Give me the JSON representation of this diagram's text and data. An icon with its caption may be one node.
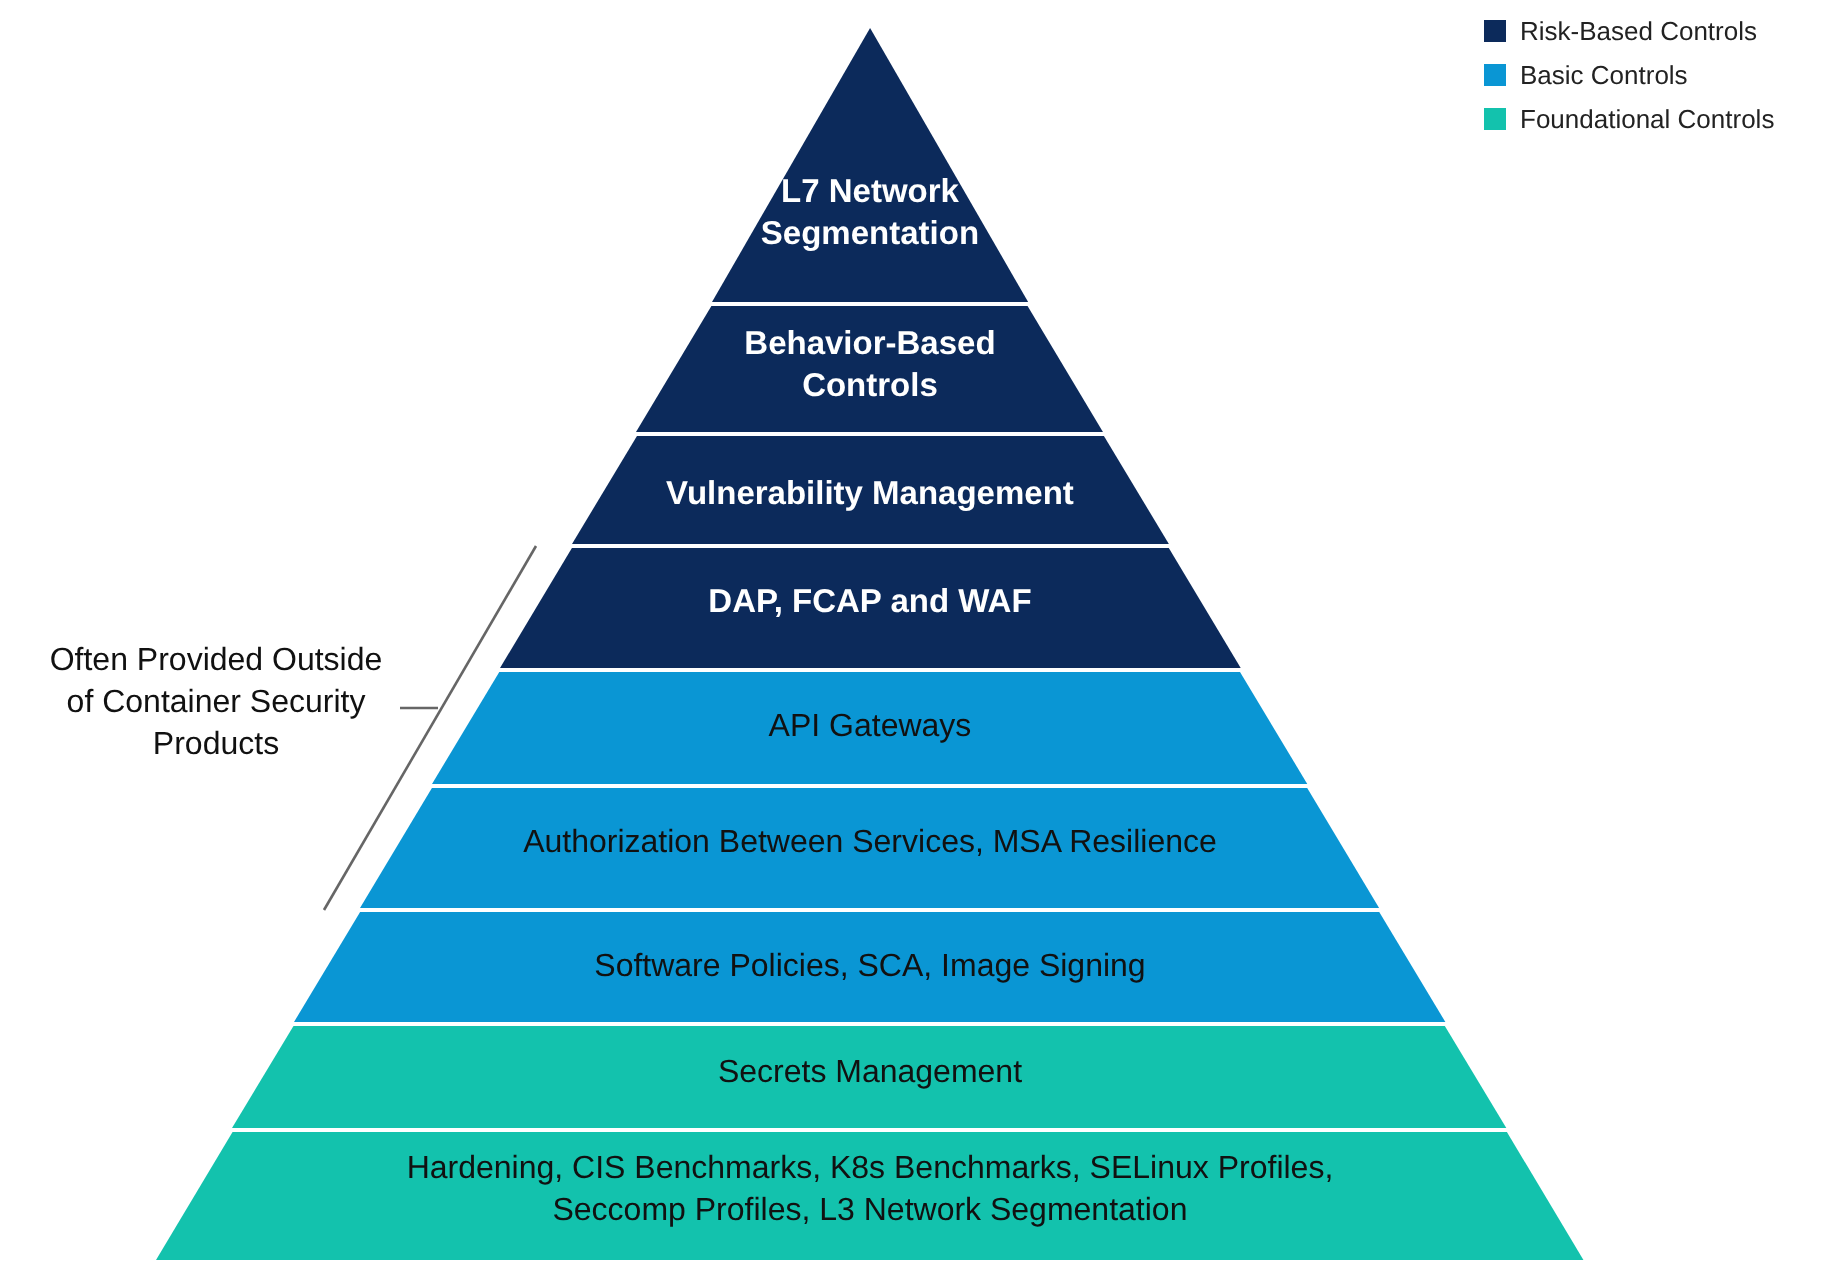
{
  "diagram": {
    "nodes": [
      {
        "text": [
          "L7 Network Segmentation"
        ]
      },
      {
        "text": [
          "Behavior-Based Controls"
        ]
      },
      {
        "text": [
          "Vulnerability Management"
        ]
      },
      {
        "text": [
          "DAP, FCAP and WAF"
        ]
      },
      {
        "text": [
          "API Gateways"
        ]
      },
      {
        "text": [
          "Authorization Between Services, MSA Resilience"
        ]
      },
      {
        "text": [
          "Software Policies, SCA, Image Signing"
        ]
      },
      {
        "text": [
          "Secrets Management"
        ]
      },
      {
        "text": [
          "Hardening, CIS Benchmarks, K8s Benchmarks, SELinux Profiles, Seccomp Profiles, L3 Network Segmentation"
        ]
      }
    ],
    "edges": [],
    "labels": [
      "Often Provided Outside of Container Security Products"
    ],
    "legend": [
      {
        "text": "Risk-Based Controls",
        "color": "#0c2a5b"
      },
      {
        "text": "Basic Controls",
        "color": "#0a96d4"
      },
      {
        "text": "Foundational Controls",
        "color": "#13c2ad"
      }
    ]
  }
}
